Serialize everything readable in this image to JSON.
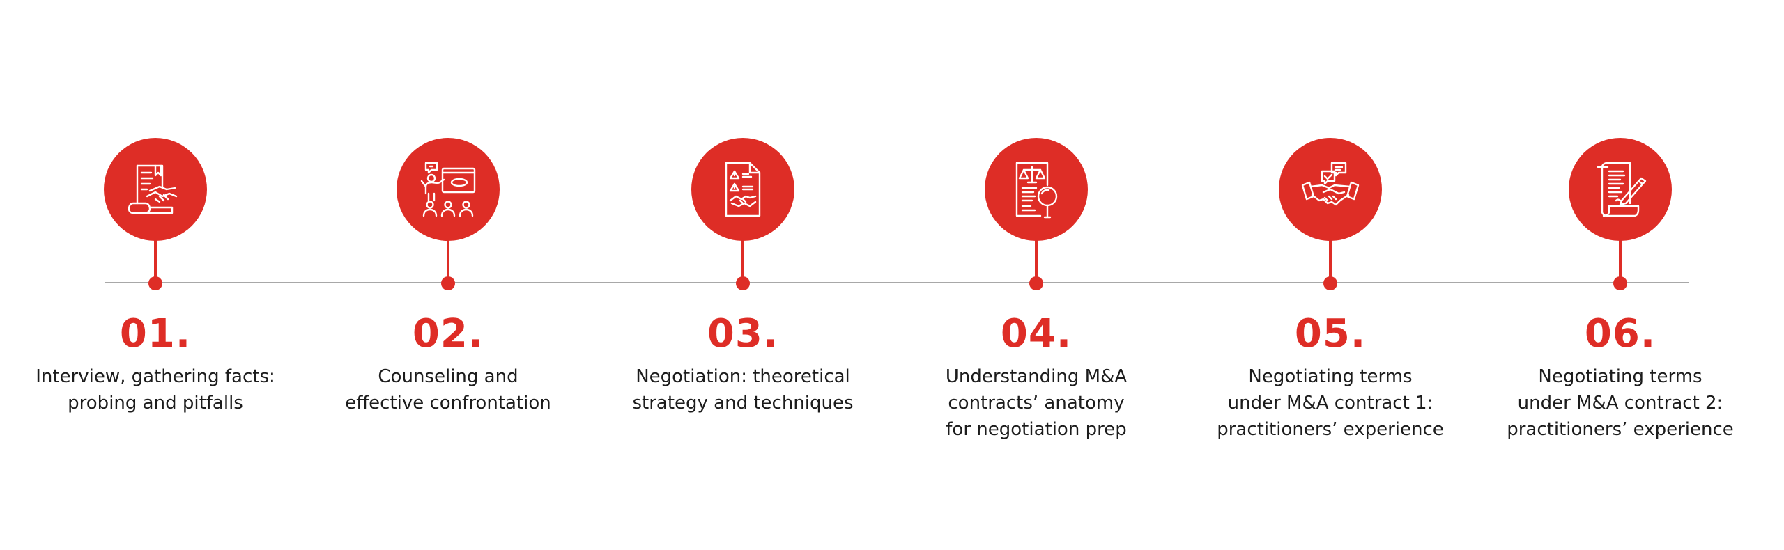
{
  "colors": {
    "accent": "#de2d26",
    "line": "#a8a8a8",
    "text": "#1c1c1c",
    "background": "#ffffff"
  },
  "steps": [
    {
      "number": "01.",
      "icon": "handshake-document-icon",
      "lines": [
        "Interview, gathering facts:",
        "probing and pitfalls"
      ]
    },
    {
      "number": "02.",
      "icon": "presentation-audience-icon",
      "lines": [
        "Counseling and",
        "effective confrontation"
      ]
    },
    {
      "number": "03.",
      "icon": "warning-document-handshake-icon",
      "lines": [
        "Negotiation: theoretical",
        "strategy and techniques"
      ]
    },
    {
      "number": "04.",
      "icon": "contract-scales-magnifier-icon",
      "lines": [
        "Understanding M&A",
        "contracts’ anatomy",
        "for negotiation prep"
      ]
    },
    {
      "number": "05.",
      "icon": "handshake-chat-icon",
      "lines": [
        "Negotiating terms",
        "under M&A contract 1:",
        "practitioners’ experience"
      ]
    },
    {
      "number": "06.",
      "icon": "document-signing-icon",
      "lines": [
        "Negotiating terms",
        "under M&A contract 2:",
        "practitioners’ experience"
      ]
    }
  ]
}
